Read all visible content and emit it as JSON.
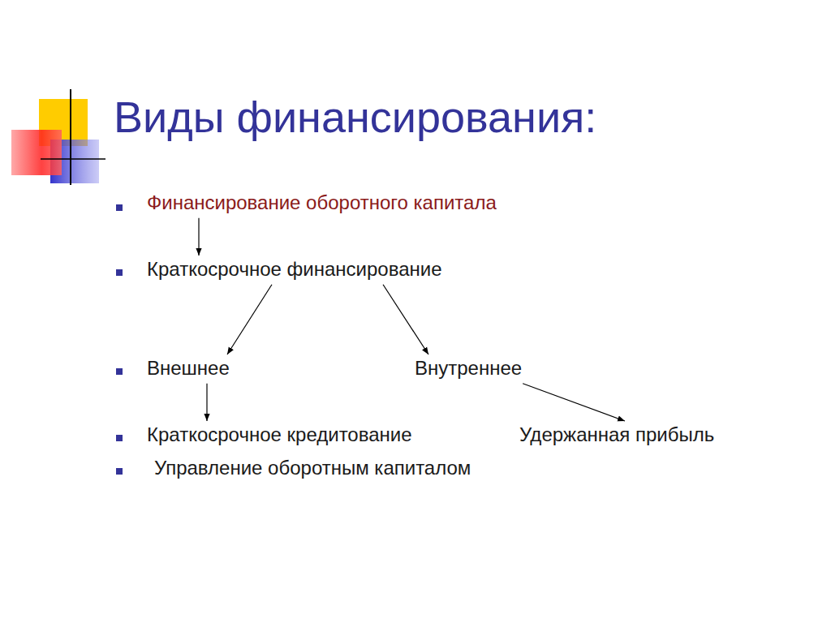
{
  "diagram": {
    "title": "Виды финансирования:",
    "nodes": [
      {
        "text": [
          "Финансирование оборотного капитала"
        ]
      },
      {
        "text": [
          "Краткосрочное финансирование"
        ]
      },
      {
        "text": [
          "Внешнее"
        ]
      },
      {
        "text": [
          "Внутреннее"
        ]
      },
      {
        "text": [
          "Краткосрочное кредитование"
        ]
      },
      {
        "text": [
          "Удержанная прибыль"
        ]
      }
    ],
    "edges": [
      {
        "from": 0,
        "to": 1,
        "arrow": "to"
      },
      {
        "from": 1,
        "to": 2,
        "arrow": "to"
      },
      {
        "from": 1,
        "to": 3,
        "arrow": "to"
      },
      {
        "from": 2,
        "to": 4,
        "arrow": "to"
      },
      {
        "from": 3,
        "to": 5,
        "arrow": "to"
      }
    ],
    "labels": [
      "Управление оборотным капиталом"
    ]
  }
}
